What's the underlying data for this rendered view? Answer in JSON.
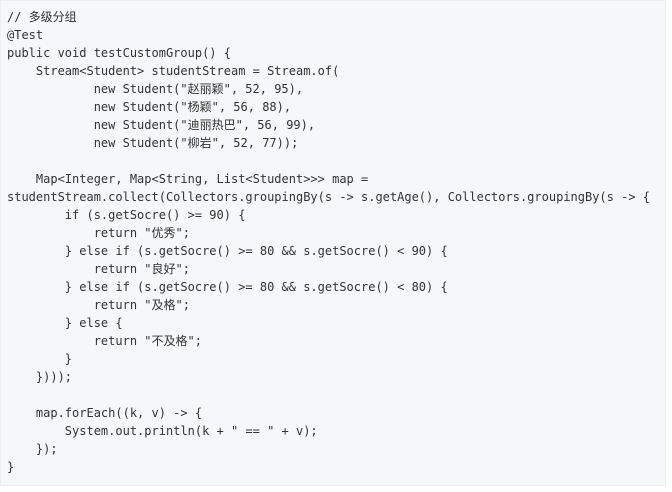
{
  "code": {
    "lines": [
      "// 多级分组",
      "@Test",
      "public void testCustomGroup() {",
      "    Stream<Student> studentStream = Stream.of(",
      "            new Student(\"赵丽颖\", 52, 95),",
      "            new Student(\"杨颖\", 56, 88),",
      "            new Student(\"迪丽热巴\", 56, 99),",
      "            new Student(\"柳岩\", 52, 77));",
      "",
      "    Map<Integer, Map<String, List<Student>>> map =",
      "studentStream.collect(Collectors.groupingBy(s -> s.getAge(), Collectors.groupingBy(s -> {",
      "        if (s.getSocre() >= 90) {",
      "            return \"优秀\";",
      "        } else if (s.getSocre() >= 80 && s.getSocre() < 90) {",
      "            return \"良好\";",
      "        } else if (s.getSocre() >= 80 && s.getSocre() < 80) {",
      "            return \"及格\";",
      "        } else {",
      "            return \"不及格\";",
      "        }",
      "    })));",
      "",
      "    map.forEach((k, v) -> {",
      "        System.out.println(k + \" == \" + v);",
      "    });",
      "}"
    ]
  }
}
